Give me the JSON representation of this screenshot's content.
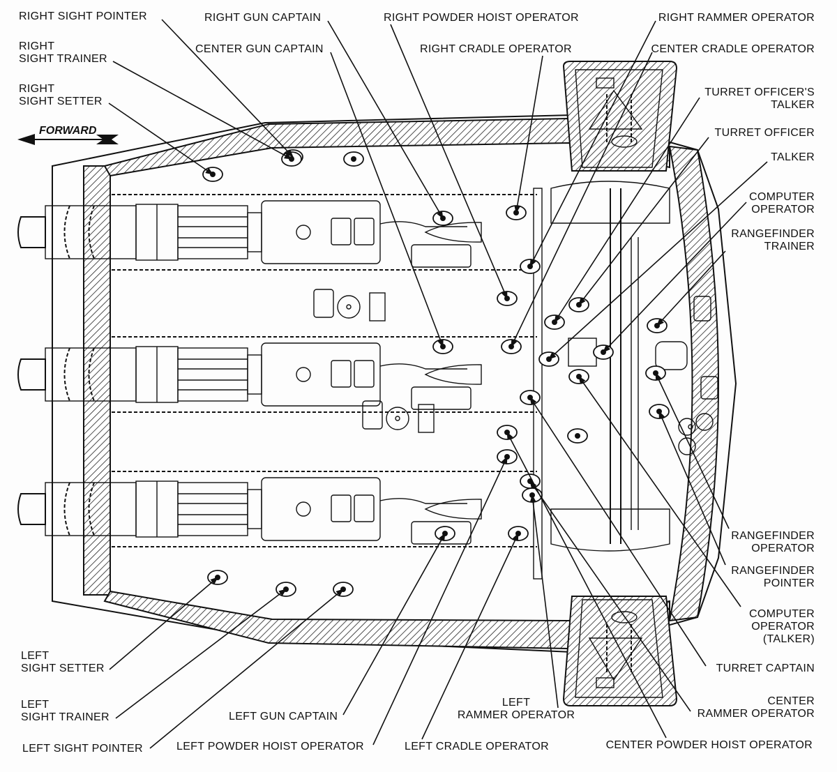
{
  "title": "Triple gun turret crew stations (plan view)",
  "direction_indicator": {
    "label": "FORWARD",
    "icon": "arrow-left-icon"
  },
  "labels": {
    "right_sight_pointer": [
      "RIGHT SIGHT POINTER"
    ],
    "right_sight_trainer": [
      "RIGHT",
      "SIGHT TRAINER"
    ],
    "right_sight_setter": [
      "RIGHT",
      "SIGHT SETTER"
    ],
    "right_gun_captain": [
      "RIGHT GUN CAPTAIN"
    ],
    "center_gun_captain": [
      "CENTER GUN CAPTAIN"
    ],
    "right_powder_hoist_operator": [
      "RIGHT POWDER HOIST OPERATOR"
    ],
    "right_cradle_operator": [
      "RIGHT CRADLE OPERATOR"
    ],
    "right_rammer_operator": [
      "RIGHT RAMMER OPERATOR"
    ],
    "center_cradle_operator": [
      "CENTER CRADLE OPERATOR"
    ],
    "turret_officers_talker": [
      "TURRET OFFICER'S",
      "TALKER"
    ],
    "turret_officer": [
      "TURRET OFFICER"
    ],
    "talker": [
      "TALKER"
    ],
    "computer_operator": [
      "COMPUTER",
      "OPERATOR"
    ],
    "rangefinder_trainer": [
      "RANGEFINDER",
      "TRAINER"
    ],
    "rangefinder_operator": [
      "RANGEFINDER",
      "OPERATOR"
    ],
    "rangefinder_pointer": [
      "RANGEFINDER",
      "POINTER"
    ],
    "computer_operator_talker": [
      "COMPUTER",
      "OPERATOR",
      "(TALKER)"
    ],
    "turret_captain": [
      "TURRET CAPTAIN"
    ],
    "center_rammer_operator": [
      "CENTER",
      "RAMMER OPERATOR"
    ],
    "center_powder_hoist_operator": [
      "CENTER POWDER HOIST OPERATOR"
    ],
    "left_rammer_operator": [
      "LEFT",
      "RAMMER OPERATOR"
    ],
    "left_cradle_operator": [
      "LEFT CRADLE OPERATOR"
    ],
    "left_gun_captain": [
      "LEFT GUN CAPTAIN"
    ],
    "left_powder_hoist_operator": [
      "LEFT POWDER HOIST OPERATOR"
    ],
    "left_sight_setter": [
      "LEFT",
      "SIGHT SETTER"
    ],
    "left_sight_trainer": [
      "LEFT",
      "SIGHT TRAINER"
    ],
    "left_sight_pointer": [
      "LEFT SIGHT POINTER"
    ]
  },
  "guns": [
    "right-gun",
    "center-gun",
    "left-gun"
  ]
}
